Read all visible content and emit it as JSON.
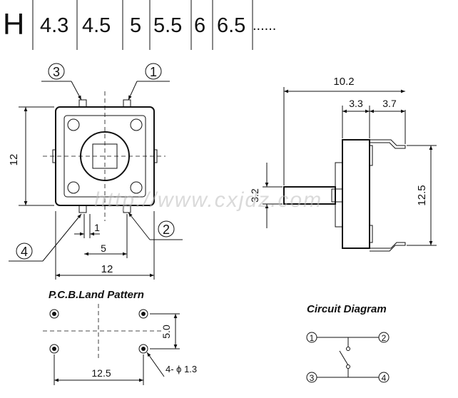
{
  "height_table": {
    "label": "H",
    "values": [
      "4.3",
      "4.5",
      "5",
      "5.5",
      "6",
      "6.5"
    ],
    "ellipsis": "......"
  },
  "top_view": {
    "callouts": [
      "3",
      "1",
      "2",
      "4"
    ],
    "dim_height": "12",
    "dim_pin_pitch_small": "1",
    "dim_pin_pitch": "5",
    "dim_width": "12"
  },
  "side_view": {
    "dim_total": "10.2",
    "dim_a": "3.3",
    "dim_b": "3.7",
    "dim_stem": "3.2",
    "dim_body": "12.5"
  },
  "watermark": "http://www.cxjdz.com",
  "pcb": {
    "title": "P.C.B.Land Pattern",
    "dim_vertical": "5.0",
    "dim_horizontal": "12.5",
    "holes_note": "4- ϕ 1.3"
  },
  "circuit": {
    "title": "Circuit Diagram",
    "nodes": [
      "1",
      "2",
      "3",
      "4"
    ]
  }
}
